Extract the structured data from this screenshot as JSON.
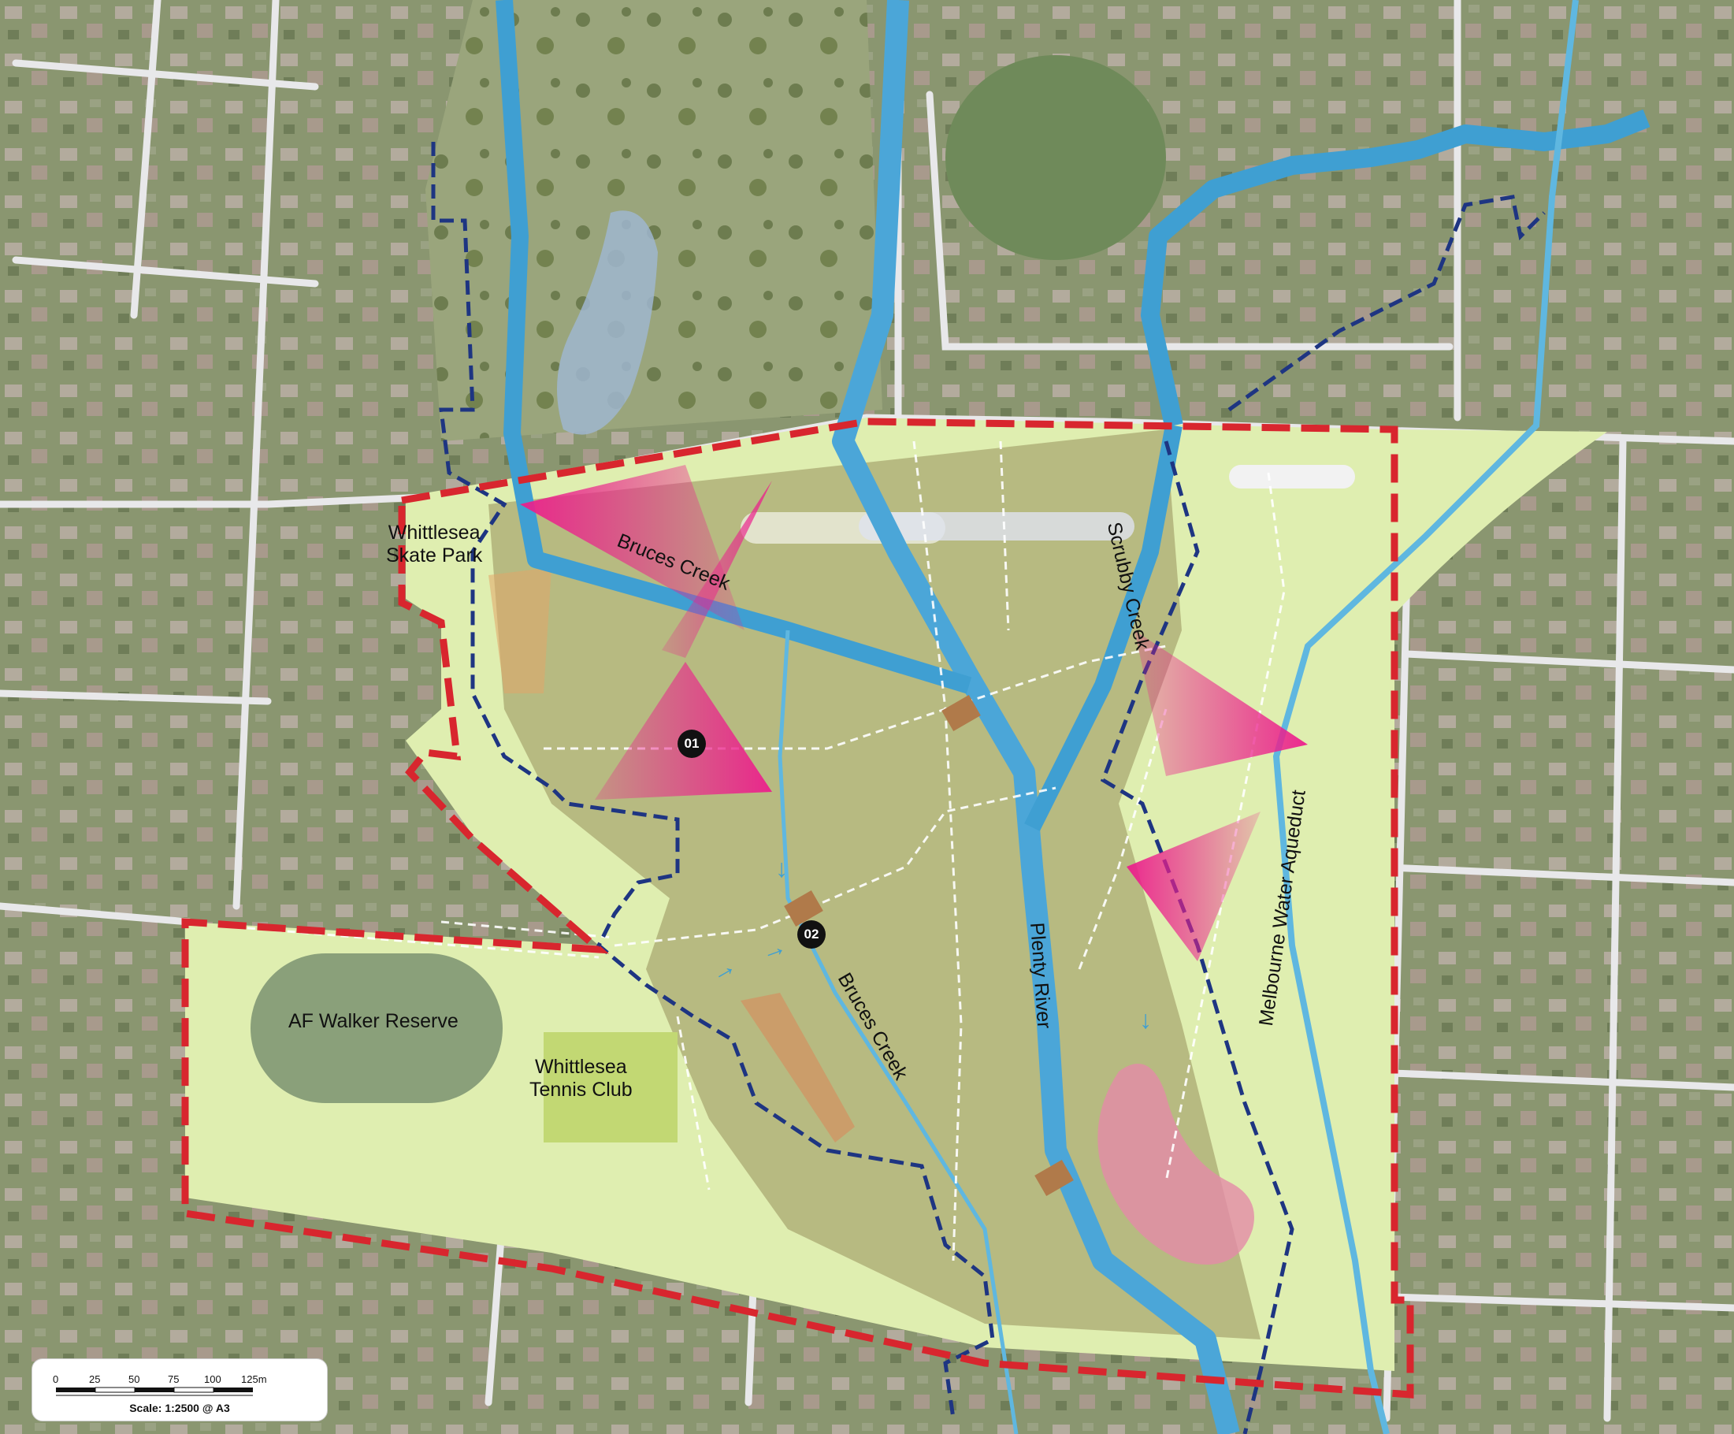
{
  "map": {
    "colors": {
      "aerial_base": "#8d9a76",
      "park_fill": "#dfeeb0",
      "site_boundary": "#d8262e",
      "flood_boundary": "#1e3582",
      "creek": "#3f9fd2",
      "river_channel": "#4ba6d8",
      "view_cone": "#ec1f8c",
      "path_dashed": "#ffffff",
      "road": "#e8e8ea"
    },
    "labels": {
      "skate_park": [
        "Whittlesea",
        "Skate Park"
      ],
      "bruces_creek_north": "Bruces Creek",
      "scrubby_creek": "Scrubby Creek",
      "melbourne_aqueduct": "Melbourne Water Aqueduct",
      "plenty_river": "Plenty River",
      "bruces_creek_south": "Bruces Creek",
      "af_walker": "AF Walker Reserve",
      "tennis_club": [
        "Whittlesea",
        "Tennis Club"
      ]
    },
    "markers": [
      "01",
      "02"
    ],
    "icons": [
      "arrow-icon"
    ]
  },
  "scale_bar": {
    "ticks": [
      "0",
      "25",
      "50",
      "75",
      "100",
      "125m"
    ],
    "caption": "Scale: 1:2500 @ A3"
  }
}
